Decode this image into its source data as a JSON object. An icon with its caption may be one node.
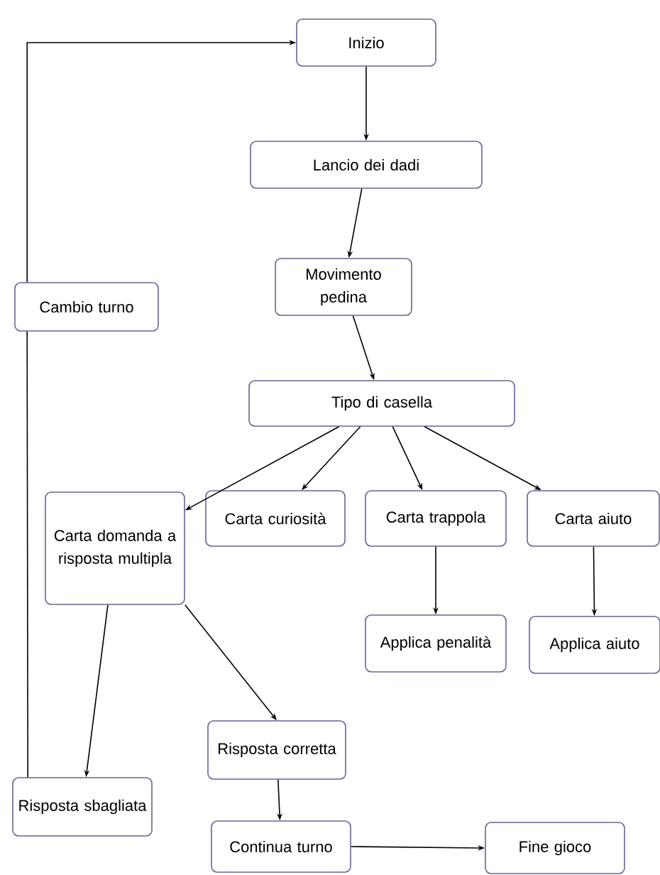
{
  "diagram": {
    "nodes": [
      {
        "text": [
          "Inizio"
        ]
      },
      {
        "text": [
          "Lancio dei dadi"
        ]
      },
      {
        "text": [
          "Movimento pedina"
        ]
      },
      {
        "text": [
          "Tipo di casella"
        ]
      },
      {
        "text": [
          "Carta domanda a risposta multipla"
        ]
      },
      {
        "text": [
          "Carta curiosità"
        ]
      },
      {
        "text": [
          "Carta trappola"
        ]
      },
      {
        "text": [
          "Carta aiuto"
        ]
      },
      {
        "text": [
          "Applica penalità"
        ]
      },
      {
        "text": [
          "Applica aiuto"
        ]
      },
      {
        "text": [
          "Cambio turno"
        ]
      },
      {
        "text": [
          "Risposta corretta"
        ]
      },
      {
        "text": [
          "Risposta sbagliata"
        ]
      },
      {
        "text": [
          "Continua turno"
        ]
      },
      {
        "text": [
          "Fine gioco"
        ]
      }
    ],
    "edges": [
      {
        "from": 0,
        "to": 1,
        "arrow": "to"
      },
      {
        "from": 1,
        "to": 2,
        "arrow": "to"
      },
      {
        "from": 2,
        "to": 3,
        "arrow": "to"
      },
      {
        "from": 3,
        "to": 4,
        "arrow": "to"
      },
      {
        "from": 3,
        "to": 5,
        "arrow": "to"
      },
      {
        "from": 3,
        "to": 6,
        "arrow": "to"
      },
      {
        "from": 3,
        "to": 7,
        "arrow": "to"
      },
      {
        "from": 6,
        "to": 8,
        "arrow": "to"
      },
      {
        "from": 7,
        "to": 9,
        "arrow": "to"
      },
      {
        "from": 4,
        "to": 12,
        "arrow": "to"
      },
      {
        "from": 4,
        "to": 11,
        "arrow": "to"
      },
      {
        "from": 11,
        "to": 13,
        "arrow": "to"
      },
      {
        "from": 13,
        "to": 14,
        "arrow": "to"
      },
      {
        "from": 12,
        "to": 10,
        "arrow": "none"
      },
      {
        "from": 10,
        "to": 0,
        "arrow": "to"
      }
    ]
  }
}
